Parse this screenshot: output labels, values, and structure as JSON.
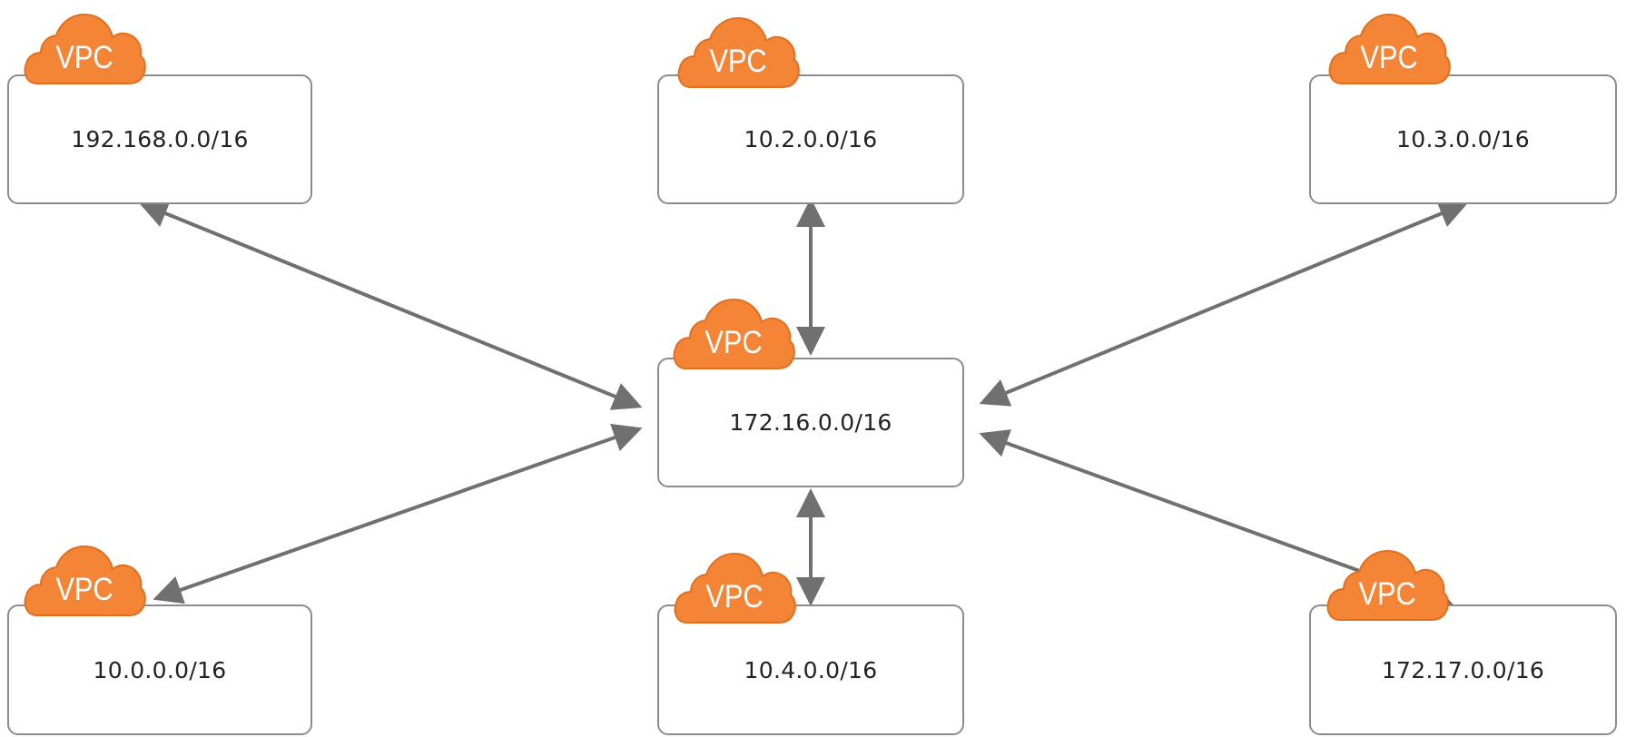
{
  "cloud_label": "VPC",
  "colors": {
    "cloud": "#f58536",
    "cloud_edge": "#e0701f",
    "arrow": "#707070",
    "box_border": "#8c8c8c"
  },
  "hub": {
    "cidr": "172.16.0.0/16"
  },
  "spokes": {
    "top_left": "192.168.0.0/16",
    "top_middle": "10.2.0.0/16",
    "top_right": "10.3.0.0/16",
    "bottom_left": "10.0.0.0/16",
    "bottom_middle": "10.4.0.0/16",
    "bottom_right": "172.17.0.0/16"
  }
}
